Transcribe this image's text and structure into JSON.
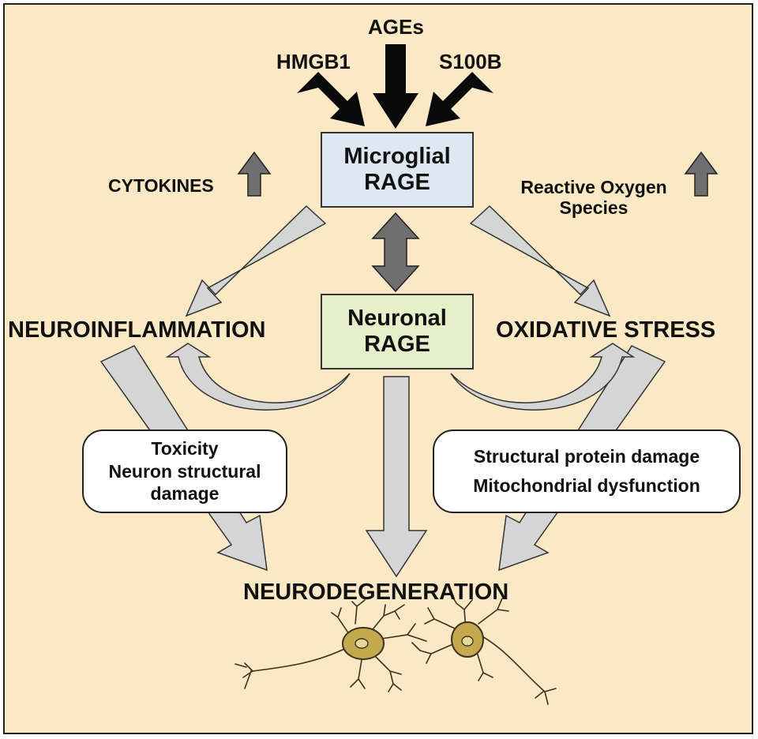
{
  "diagram": {
    "inputs": {
      "hmgb1": "HMGB1",
      "ages": "AGEs",
      "s100b": "S100B"
    },
    "microglial": {
      "line1": "Microglial",
      "line2": "RAGE"
    },
    "neuronal": {
      "line1": "Neuronal",
      "line2": "RAGE"
    },
    "cytokines": "CYTOKINES",
    "ros": {
      "line1": "Reactive Oxygen",
      "line2": "Species"
    },
    "neuroinflammation": "NEUROINFLAMMATION",
    "oxidative_stress": "OXIDATIVE STRESS",
    "left_effects": [
      "Toxicity",
      "Neuron structural",
      "damage"
    ],
    "right_effects": [
      "Structural protein damage",
      "Mitochondrial dysfunction"
    ],
    "neurodegeneration": "NEURODEGENERATION"
  },
  "colors": {
    "background": "#fbe9c5",
    "microglial_box": "#dde8f3",
    "neuronal_box": "#e6efc9",
    "large_arrow_fill": "#d5d5d5",
    "dark_arrow_fill": "#6f6f6f",
    "neuron_fill": "#c5a94e"
  }
}
